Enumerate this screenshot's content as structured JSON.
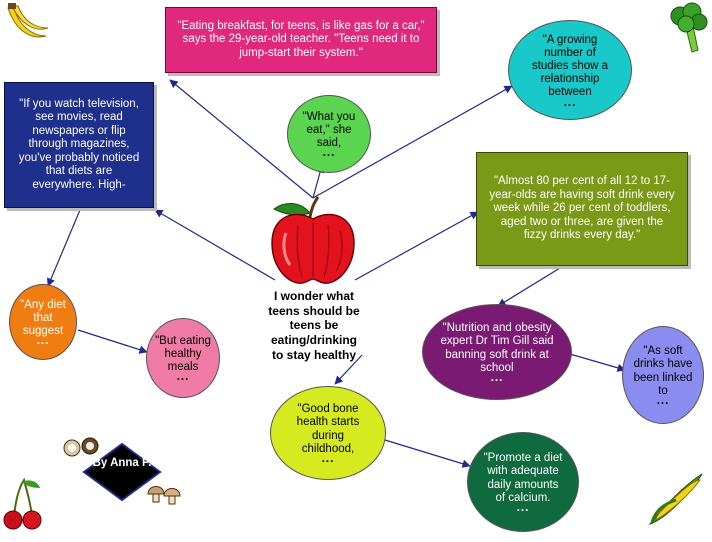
{
  "center": {
    "text": "I wonder what teens should be teens be eating/drinking to stay healthy"
  },
  "author": {
    "label": "By Anna P."
  },
  "boxes": {
    "breakfast": "\"Eating breakfast, for teens, is like gas for a car,\" says the 29-year-old teacher. \"Teens need it to jump-start their system.\"",
    "television": "\"If you watch television, see movies, read newspapers or flip through magazines, you've probably noticed that diets are everywhere. High-",
    "soft_drink": "\"Almost 80 per cent of all 12 to 17-year-olds are having soft drink every week while 26 per cent of toddlers, aged two or three, are given the fizzy drinks every day.\""
  },
  "nodes": {
    "what_you_eat": {
      "text": "\"What you eat,\" she said,",
      "dots": "..."
    },
    "studies": {
      "text": "\"A growing number of studies show a relationship between",
      "dots": "..."
    },
    "any_diet": {
      "text": "\"Any diet that suggest",
      "dots": "..."
    },
    "but_eating": {
      "text": "\"But eating healthy meals",
      "dots": "..."
    },
    "nutrition": {
      "text": "\"Nutrition and obesity expert Dr Tim Gill said banning soft drink at school",
      "dots": "..."
    },
    "as_soft": {
      "text": "\"As soft drinks have been linked to",
      "dots": "..."
    },
    "bone_health": {
      "text": "\"Good bone health starts during childhood,",
      "dots": "..."
    },
    "promote": {
      "text": "\"Promote a diet with adequate daily amounts of calcium.",
      "dots": "..."
    }
  },
  "colors": {
    "breakfast_box": "#e0287e",
    "television_box": "#1e2f8c",
    "soft_drink_box": "#7a9a17",
    "what_you_eat": "#5bd44f",
    "studies": "#19c8c8",
    "any_diet": "#f07d12",
    "but_eating": "#f07ca5",
    "nutrition": "#7a1a72",
    "as_soft": "#8a8cf0",
    "bone_health": "#d6ea20",
    "promote": "#106a40",
    "line": "#1f2a8a"
  }
}
